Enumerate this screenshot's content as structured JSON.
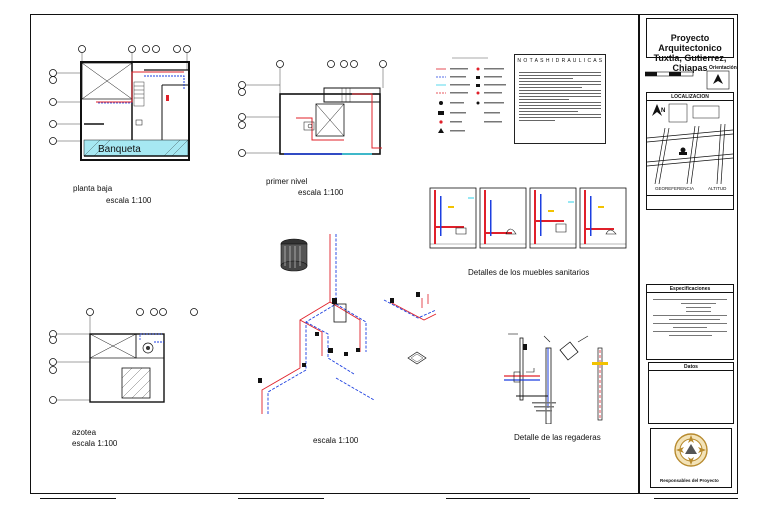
{
  "drawings": {
    "planta_baja": {
      "title": "planta baja",
      "scale": "escala 1:100",
      "label_banqueta": "Banqueta"
    },
    "primer_nivel": {
      "title": "primer nivel",
      "scale": "escala 1:100"
    },
    "azotea": {
      "title": "azotea",
      "scale": "escala 1:100"
    },
    "isometrico": {
      "scale": "escala 1:100"
    },
    "muebles": {
      "title": "Detalles de los muebles sanitarios"
    },
    "regaderas": {
      "title": "Detalle de las regaderas"
    },
    "notas": {
      "title": "N O T A S   H I D R A U L I C A S"
    }
  },
  "titleblock": {
    "project_title_line1": "Proyecto Arquitectonico",
    "project_title_line2": "Tuxtla, Gutierrez, Chiapas",
    "orientacion": "Orientación",
    "localizacion": "LOCALIZACION",
    "georeferencia": "GEOREFERENCIA",
    "altitud": "ALTITUD",
    "especificaciones": "Especificaciones",
    "datos": "Datos",
    "responsable": "Responsables del Proyecto"
  },
  "colors": {
    "red": "#e0202a",
    "blue": "#1c3fe0",
    "cyan": "#2fd0e8",
    "line": "#111111"
  }
}
